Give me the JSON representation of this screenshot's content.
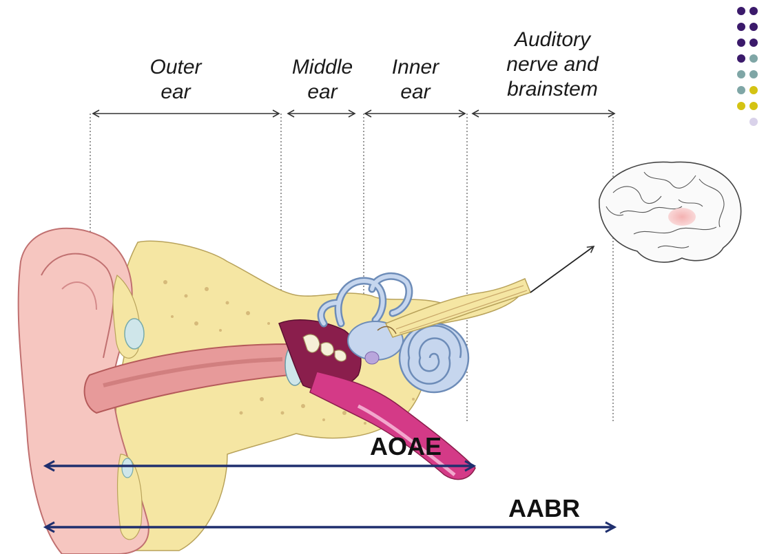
{
  "segments": {
    "outer_ear": [
      "Outer",
      "ear"
    ],
    "middle_ear": [
      "Middle",
      "ear"
    ],
    "inner_ear": [
      "Inner",
      "ear"
    ],
    "nerve_brainstem": [
      "Auditory",
      "nerve and",
      "brainstem"
    ]
  },
  "tests": {
    "aoae": "AOAE",
    "aabr": "AABR"
  },
  "colors": {
    "arrow_navy": "#1f2f6e",
    "dot_purple": "#3b1a6b",
    "dot_teal": "#7fa6a6",
    "dot_yellow": "#d4c313",
    "dot_lavender": "#d9d2ea"
  }
}
